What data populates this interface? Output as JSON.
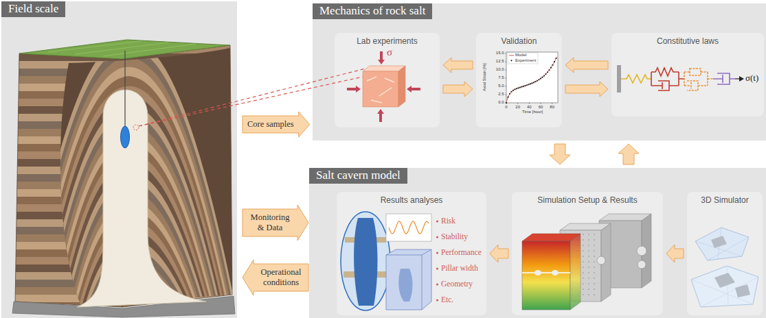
{
  "diagram": {
    "nodes": [
      {
        "text": [
          "Field scale"
        ]
      },
      {
        "text": [
          "Mechanics of rock salt"
        ]
      },
      {
        "text": [
          "Lab experiments",
          "σ"
        ],
        "in": 1
      },
      {
        "text": [
          "Validation"
        ],
        "in": 1
      },
      {
        "text": [
          "Constitutive laws",
          "σ(t)"
        ],
        "in": 1
      },
      {
        "text": [
          "Core samples"
        ]
      },
      {
        "text": [
          "Salt cavern model"
        ]
      },
      {
        "text": [
          "Results analyses",
          "Risk",
          "Stability",
          "Performance",
          "Pillar width",
          "Geometry",
          "Etc."
        ],
        "in": 6
      },
      {
        "text": [
          "Simulation Setup & Results"
        ],
        "in": 6
      },
      {
        "text": [
          "3D Simulator"
        ],
        "in": 6
      },
      {
        "text": [
          "Monitoring & Data"
        ]
      },
      {
        "text": [
          "Operational conditions"
        ]
      }
    ],
    "edges": [
      {
        "from": 3,
        "to": 2,
        "arrow": "to"
      },
      {
        "from": 2,
        "to": 3,
        "arrow": "to"
      },
      {
        "from": 4,
        "to": 3,
        "arrow": "to"
      },
      {
        "from": 3,
        "to": 4,
        "arrow": "to"
      },
      {
        "from": 1,
        "to": 6,
        "arrow": "to"
      },
      {
        "from": 6,
        "to": 1,
        "arrow": "to"
      },
      {
        "from": 9,
        "to": 8,
        "arrow": "to"
      },
      {
        "from": 8,
        "to": 7,
        "arrow": "to"
      }
    ],
    "labels": [
      "Axial Strain [%]",
      "Time [hour]",
      "Model",
      "Experiment",
      "0.0",
      "2.5",
      "5.0",
      "7.5",
      "10.0",
      "12.5",
      "15.0",
      "0",
      "20",
      "40",
      "60",
      "80"
    ]
  }
}
